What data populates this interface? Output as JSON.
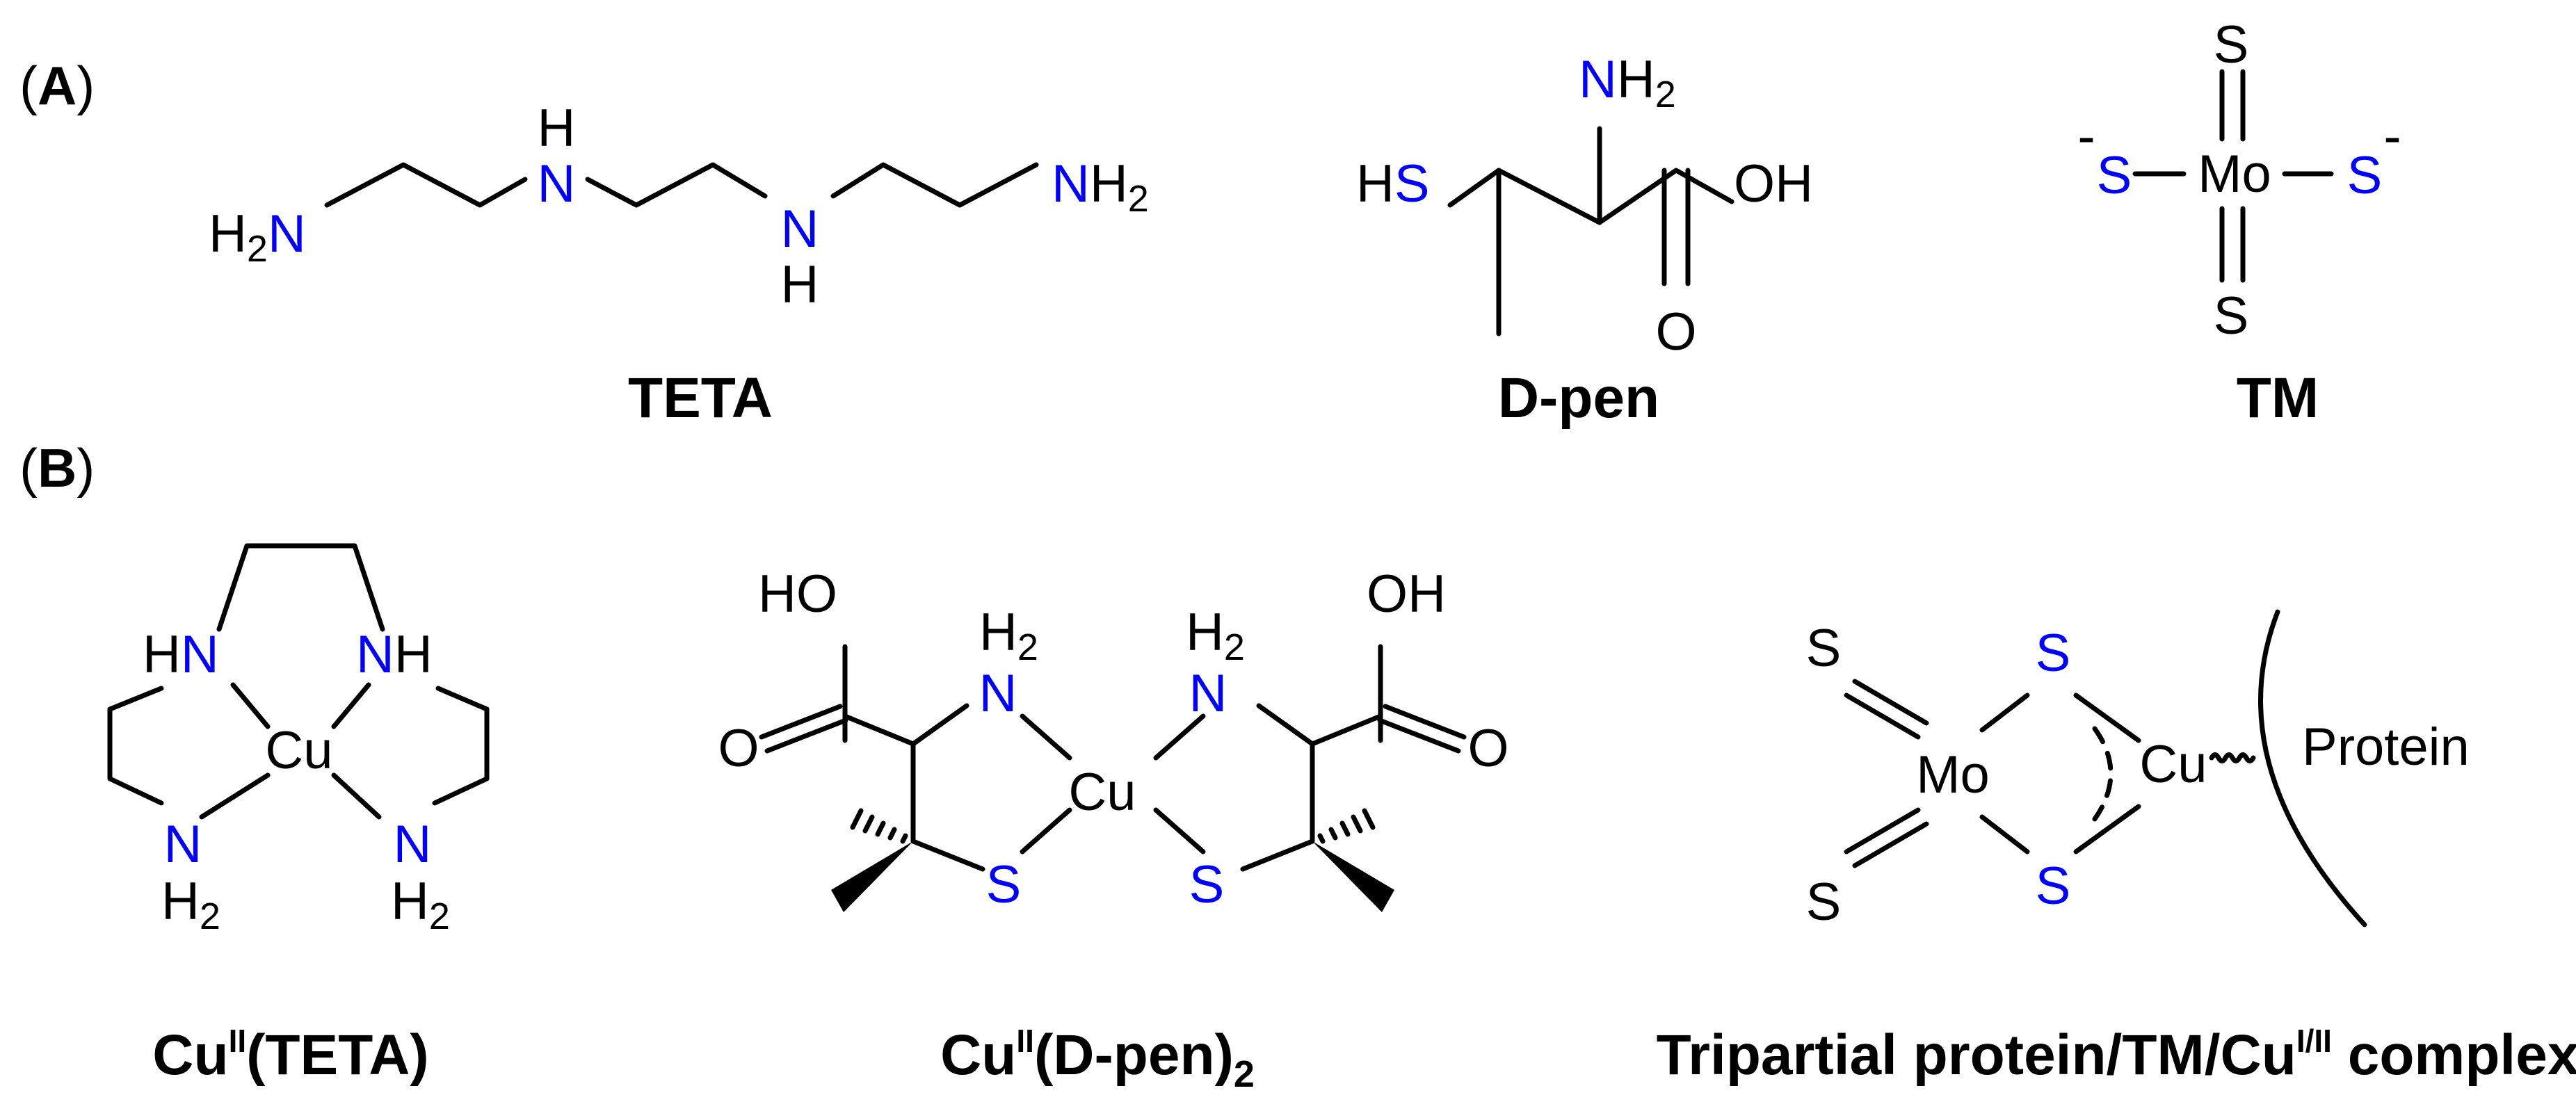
{
  "panels": {
    "a": {
      "label_open": "(",
      "label_letter": "A",
      "label_close": ")"
    },
    "b": {
      "label_open": "(",
      "label_letter": "B",
      "label_close": ")"
    }
  },
  "atoms": {
    "H": "H",
    "N": "N",
    "S": "S",
    "O": "O",
    "Mo": "Mo",
    "Cu": "Cu",
    "HN": "HN",
    "NH": "NH",
    "HO": "HO",
    "OH": "OH",
    "sub2": "2",
    "charge": "-",
    "protein": "Protein"
  },
  "captions": {
    "teta": "TETA",
    "dpen": "D-pen",
    "tm": "TM",
    "cu_teta": {
      "base": "Cu",
      "sup": "II",
      "rest": "(TETA)"
    },
    "cu_dpen": {
      "base": "Cu",
      "sup": "II",
      "rest": "(D-pen)",
      "sub": "2"
    },
    "tripartite": {
      "prefix": "Tripartial protein/TM/Cu",
      "sup": "I/II",
      "suffix": " complex"
    }
  },
  "colors": {
    "heteroatom": "#0000ff",
    "ink": "#000000",
    "background": "#ffffff"
  }
}
